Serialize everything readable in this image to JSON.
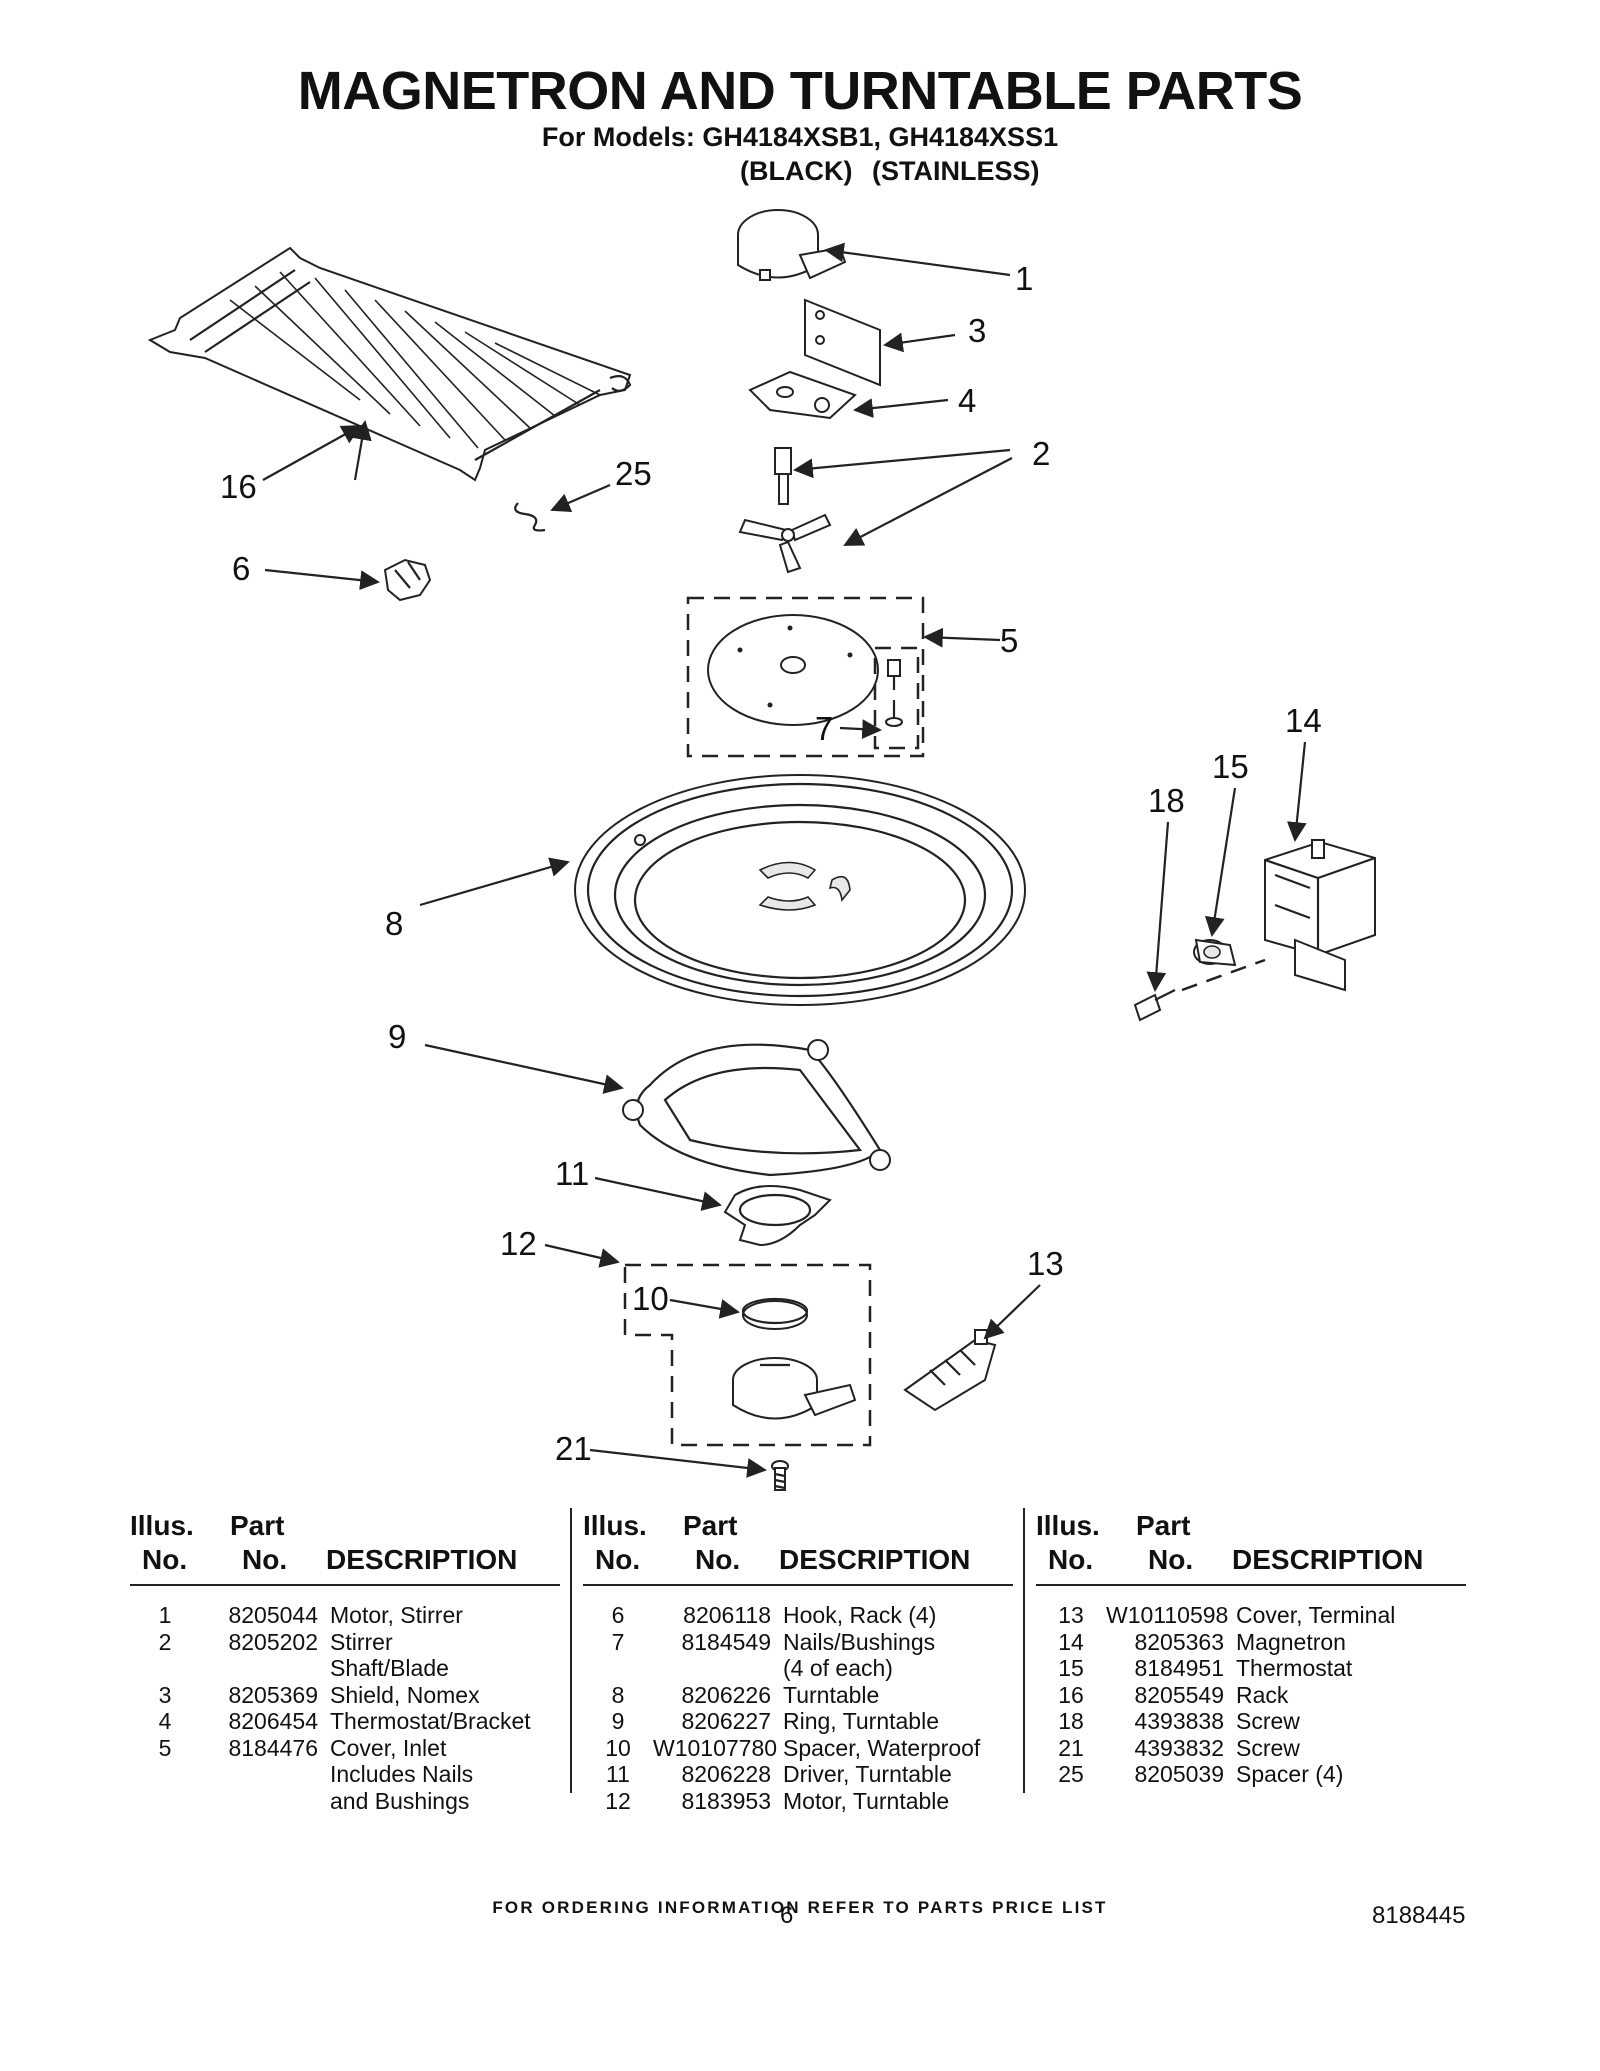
{
  "header": {
    "title": "MAGNETRON AND TURNTABLE PARTS",
    "models": "For Models: GH4184XSB1, GH4184XSS1",
    "color_black": "(BLACK)",
    "color_stainless": "(STAINLESS)"
  },
  "callouts": {
    "c1": "1",
    "c2": "2",
    "c3": "3",
    "c4": "4",
    "c5": "5",
    "c6": "6",
    "c7": "7",
    "c8": "8",
    "c9": "9",
    "c10": "10",
    "c11": "11",
    "c12": "12",
    "c13": "13",
    "c14": "14",
    "c15": "15",
    "c16": "16",
    "c18": "18",
    "c21": "21",
    "c25": "25"
  },
  "table": {
    "h_illus": "Illus.",
    "h_no": "No.",
    "h_part": "Part",
    "h_partno": "No.",
    "h_desc": "DESCRIPTION",
    "columns": [
      [
        {
          "ill": "1",
          "part": "8205044",
          "desc": "Motor, Stirrer"
        },
        {
          "ill": "2",
          "part": "8205202",
          "desc": "Stirrer"
        },
        {
          "ill": "",
          "part": "",
          "desc": "Shaft/Blade"
        },
        {
          "ill": "3",
          "part": "8205369",
          "desc": "Shield, Nomex"
        },
        {
          "ill": "4",
          "part": "8206454",
          "desc": "Thermostat/Bracket"
        },
        {
          "ill": "5",
          "part": "8184476",
          "desc": "Cover, Inlet"
        },
        {
          "ill": "",
          "part": "",
          "desc": "Includes Nails"
        },
        {
          "ill": "",
          "part": "",
          "desc": "and Bushings"
        }
      ],
      [
        {
          "ill": "6",
          "part": "8206118",
          "desc": "Hook, Rack (4)"
        },
        {
          "ill": "7",
          "part": "8184549",
          "desc": "Nails/Bushings"
        },
        {
          "ill": "",
          "part": "",
          "desc": "(4 of each)"
        },
        {
          "ill": "8",
          "part": "8206226",
          "desc": "Turntable"
        },
        {
          "ill": "9",
          "part": "8206227",
          "desc": "Ring, Turntable"
        },
        {
          "ill": "10",
          "part": "W10107780",
          "desc": "Spacer, Waterproof"
        },
        {
          "ill": "11",
          "part": "8206228",
          "desc": "Driver, Turntable"
        },
        {
          "ill": "12",
          "part": "8183953",
          "desc": "Motor, Turntable"
        }
      ],
      [
        {
          "ill": "13",
          "part": "W10110598",
          "desc": "Cover, Terminal"
        },
        {
          "ill": "14",
          "part": "8205363",
          "desc": "Magnetron"
        },
        {
          "ill": "15",
          "part": "8184951",
          "desc": "Thermostat"
        },
        {
          "ill": "16",
          "part": "8205549",
          "desc": "Rack"
        },
        {
          "ill": "18",
          "part": "4393838",
          "desc": "Screw"
        },
        {
          "ill": "21",
          "part": "4393832",
          "desc": "Screw"
        },
        {
          "ill": "25",
          "part": "8205039",
          "desc": "Spacer (4)"
        }
      ]
    ]
  },
  "footer": {
    "note": "FOR ORDERING INFORMATION REFER TO PARTS PRICE LIST",
    "page_number": "6",
    "doc_number": "8188445"
  }
}
